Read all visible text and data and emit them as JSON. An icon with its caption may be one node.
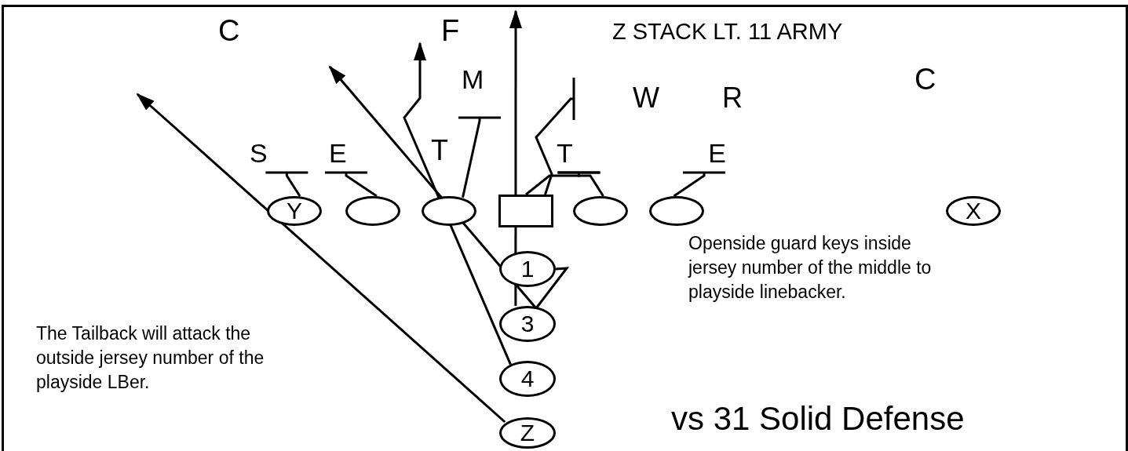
{
  "diagram": {
    "nodes": [
      {
        "text": [
          "S"
        ]
      },
      {
        "text": [
          "E"
        ]
      },
      {
        "text": [
          "M"
        ]
      },
      {
        "text": [
          "T"
        ]
      },
      {
        "text": [
          "E"
        ]
      },
      {
        "text": [
          "Y"
        ]
      },
      {
        "text": [],
        "shape": "ellipse"
      },
      {
        "text": [],
        "shape": "ellipse"
      },
      {
        "text": [],
        "shape": "box"
      },
      {
        "text": [],
        "shape": "ellipse"
      },
      {
        "text": [],
        "shape": "ellipse"
      },
      {
        "text": [
          "X"
        ]
      },
      {
        "text": [
          "1"
        ]
      },
      {
        "text": [
          "3"
        ]
      },
      {
        "text": [
          "4"
        ]
      },
      {
        "text": [
          "Z"
        ]
      }
    ],
    "edges": [
      {
        "from": 5,
        "to": 0,
        "arrow": "other"
      },
      {
        "from": 6,
        "to": 1,
        "arrow": "other"
      },
      {
        "from": 7,
        "to": 2,
        "arrow": "other"
      },
      {
        "from": 8,
        "to": 3,
        "arrow": "other"
      },
      {
        "from": 9,
        "to": 3,
        "arrow": "other"
      },
      {
        "from": 8,
        "to": null,
        "arrow": "other"
      },
      {
        "from": 10,
        "to": 4,
        "arrow": "other"
      },
      {
        "from": 12,
        "to": null,
        "arrow": "to"
      },
      {
        "from": 13,
        "to": null,
        "arrow": "to"
      },
      {
        "from": 14,
        "to": null,
        "arrow": "to"
      },
      {
        "from": 15,
        "to": null,
        "arrow": "to"
      }
    ],
    "labels": [
      "C",
      "F",
      "Z STACK LT. 11 ARMY",
      "W",
      "R",
      "C",
      "T",
      "Openside guard keys inside jersey number of the middle to playside linebacker.",
      "The Tailback will attack the outside jersey number of the playside LBer.",
      "vs 31 Solid Defense"
    ]
  }
}
